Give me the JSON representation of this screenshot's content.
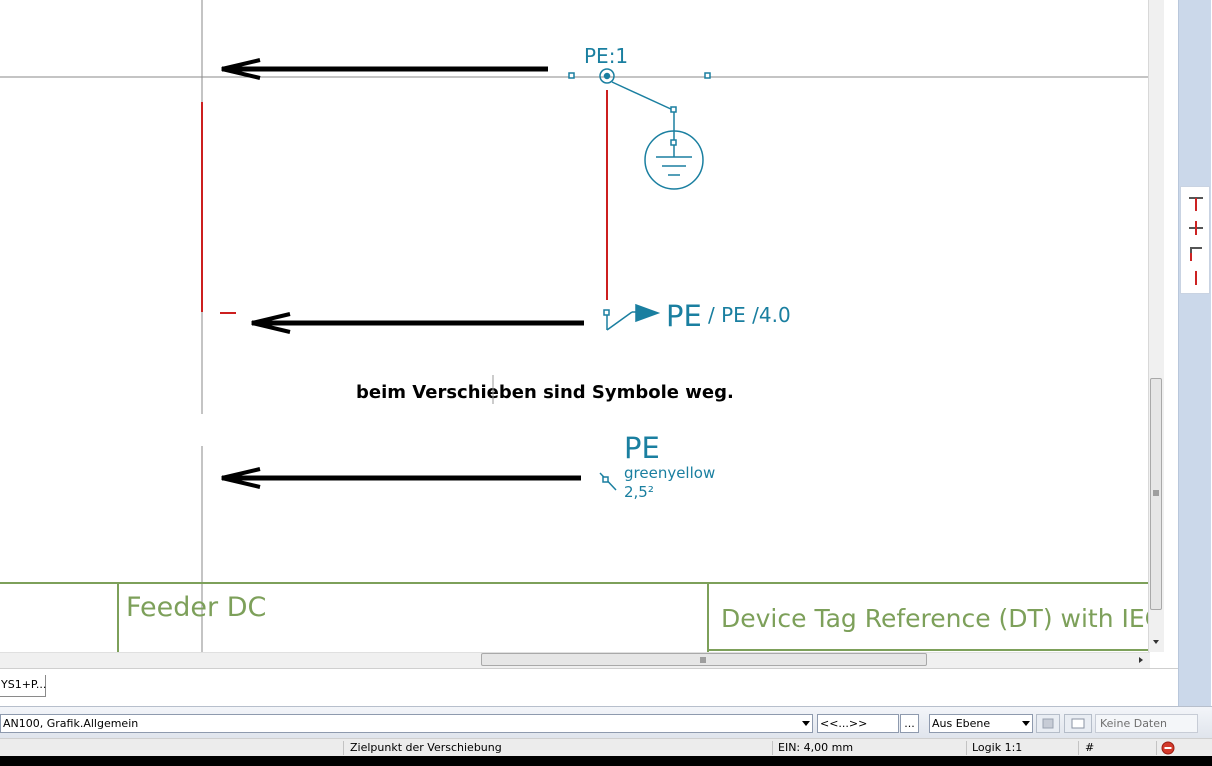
{
  "drawing": {
    "pe_ref": "PE:1",
    "pe_main": "PE",
    "pe_suffix": "/ PE /4.0",
    "note": "beim Verschieben sind Symbole weg.",
    "pe_label": "PE",
    "wire_color": "greenyellow",
    "wire_cross_section": "2,5²",
    "titleblock_left": "Feeder DC",
    "titleblock_right": "Device Tag Reference (DT) with IEC"
  },
  "tabs": {
    "active_tab": "YS1+P..."
  },
  "toolbar": {
    "layer_combo": "AN100, Grafik.Allgemein",
    "nav_combo": "<<...>>",
    "nav_button": "...",
    "level_combo": "Aus Ebene",
    "data_field": "Keine Daten"
  },
  "statusbar": {
    "message": "Zielpunkt der Verschiebung",
    "grid": "EIN: 4,00 mm",
    "logic": "Logik 1:1",
    "hash": "#"
  },
  "colors": {
    "teal": "#1a7fa0",
    "red": "#cc1f1f",
    "olive": "#7da05a",
    "status_red": "#d33a2c"
  },
  "icons": {
    "scroll_grip": "grip-icon",
    "tools": [
      "t-junction-icon",
      "cross-junction-icon",
      "corner-icon",
      "line-icon"
    ],
    "status": "error-circle-icon"
  }
}
